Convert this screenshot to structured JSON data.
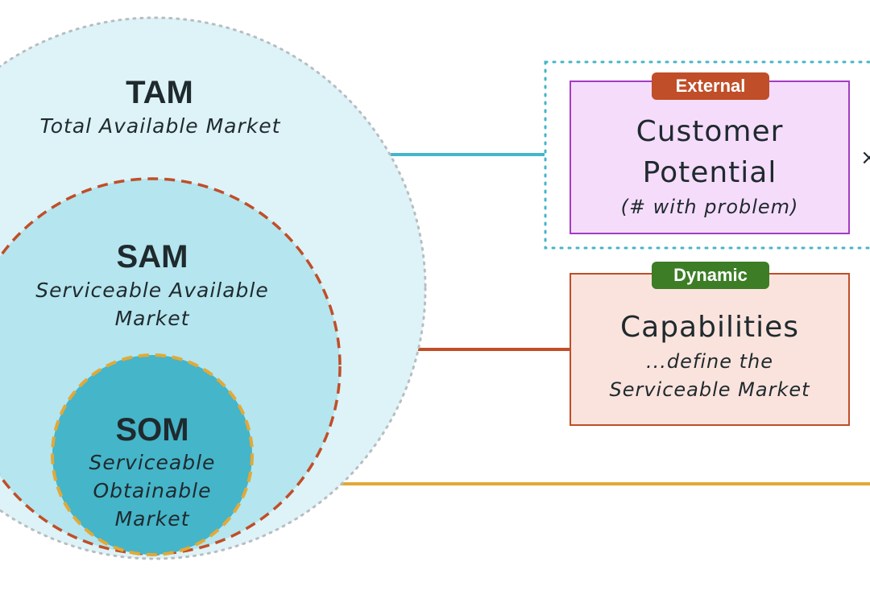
{
  "tam": {
    "title": "TAM",
    "subtitle": "Total Available Market"
  },
  "sam": {
    "title": "SAM",
    "subtitle_lines": [
      "Serviceable Available",
      "Market"
    ]
  },
  "som": {
    "title": "SOM",
    "subtitle_lines": [
      "Serviceable",
      "Obtainable",
      "Market"
    ]
  },
  "customer_box": {
    "badge": "External",
    "main_lines": [
      "Customer",
      "Potential"
    ],
    "sub": "(# with problem)"
  },
  "capabilities_box": {
    "badge": "Dynamic",
    "main": "Capabilities",
    "sub_lines": [
      "...define the",
      "Serviceable Market"
    ]
  },
  "edge_glyph": "×",
  "colors": {
    "tam_fill": "#def3f7",
    "sam_fill": "#b5e5ee",
    "som_fill": "#45b5c9",
    "tam_border": "#b7bec2",
    "sam_border": "#c04e28",
    "som_border": "#e2a937",
    "connector_tam": "#45b5c9",
    "connector_sam": "#c04e28",
    "connector_som": "#e2a937",
    "external_badge": "#c04e28",
    "dynamic_badge": "#3c7d26",
    "customer_fill": "#f6dcfb",
    "customer_border": "#a43cc2",
    "capabilities_fill": "#fbe3dd",
    "capabilities_border": "#c04e28"
  }
}
